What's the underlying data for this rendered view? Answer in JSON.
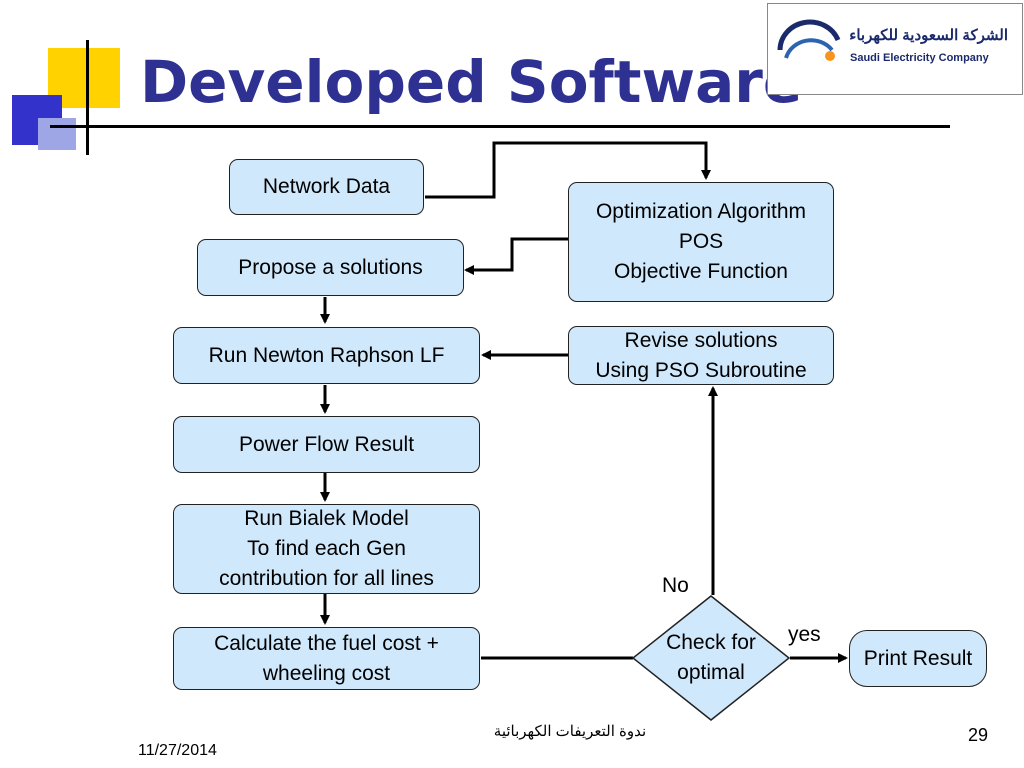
{
  "title": "Developed Software",
  "logo": {
    "arabic": "الشركة السعودية للكهرباء",
    "english": "Saudi Electricity Company"
  },
  "nodes": {
    "network_data": "Network Data",
    "optimization": [
      "Optimization Algorithm",
      "POS",
      "Objective Function"
    ],
    "propose": "Propose a solutions",
    "newton": "Run Newton Raphson LF",
    "revise": [
      "Revise solutions",
      "Using PSO Subroutine"
    ],
    "power_flow": "Power Flow Result",
    "bialek": [
      "Run Bialek Model",
      "To find each Gen",
      "contribution for all lines"
    ],
    "fuel_cost": [
      "Calculate the fuel cost +",
      "wheeling cost"
    ],
    "check": [
      "Check for",
      "optimal"
    ],
    "print": "Print Result"
  },
  "labels": {
    "no": "No",
    "yes": "yes"
  },
  "footer": {
    "date": "11/27/2014",
    "center": "ندوة التعريفات الكهربائية",
    "page": "29"
  },
  "colors": {
    "title": "#2e3192",
    "box_fill": "#cfe8fb",
    "deco_yellow": "#ffd200",
    "deco_blue": "#3333cc"
  }
}
